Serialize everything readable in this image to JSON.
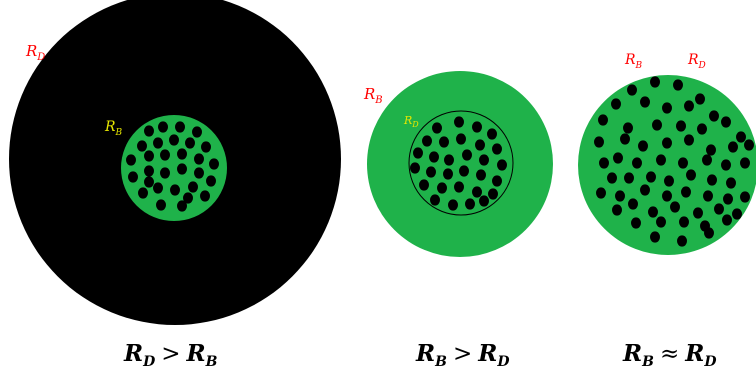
{
  "colors": {
    "green": "#1fb24a",
    "black": "#000000",
    "red_label": "#ff0000",
    "yellow_label": "#e6e600"
  },
  "panels": [
    {
      "id": "rd-greater-rb",
      "caption": {
        "left": "R",
        "left_sub": "D",
        "op": ">",
        "right": "R",
        "right_sub": "B"
      },
      "outer_label": {
        "main": "R",
        "sub": "D"
      },
      "inner_label": {
        "main": "R",
        "sub": "B"
      }
    },
    {
      "id": "rb-greater-rd",
      "caption": {
        "left": "R",
        "left_sub": "B",
        "op": ">",
        "right": "R",
        "right_sub": "D"
      },
      "outer_label": {
        "main": "R",
        "sub": "B"
      },
      "inner_label": {
        "main": "R",
        "sub": "D"
      }
    },
    {
      "id": "rb-approx-rd",
      "caption": {
        "left": "R",
        "left_sub": "B",
        "op": "≈",
        "right": "R",
        "right_sub": "D"
      },
      "label_b": {
        "main": "R",
        "sub": "B"
      },
      "label_d": {
        "main": "R",
        "sub": "D"
      }
    }
  ]
}
